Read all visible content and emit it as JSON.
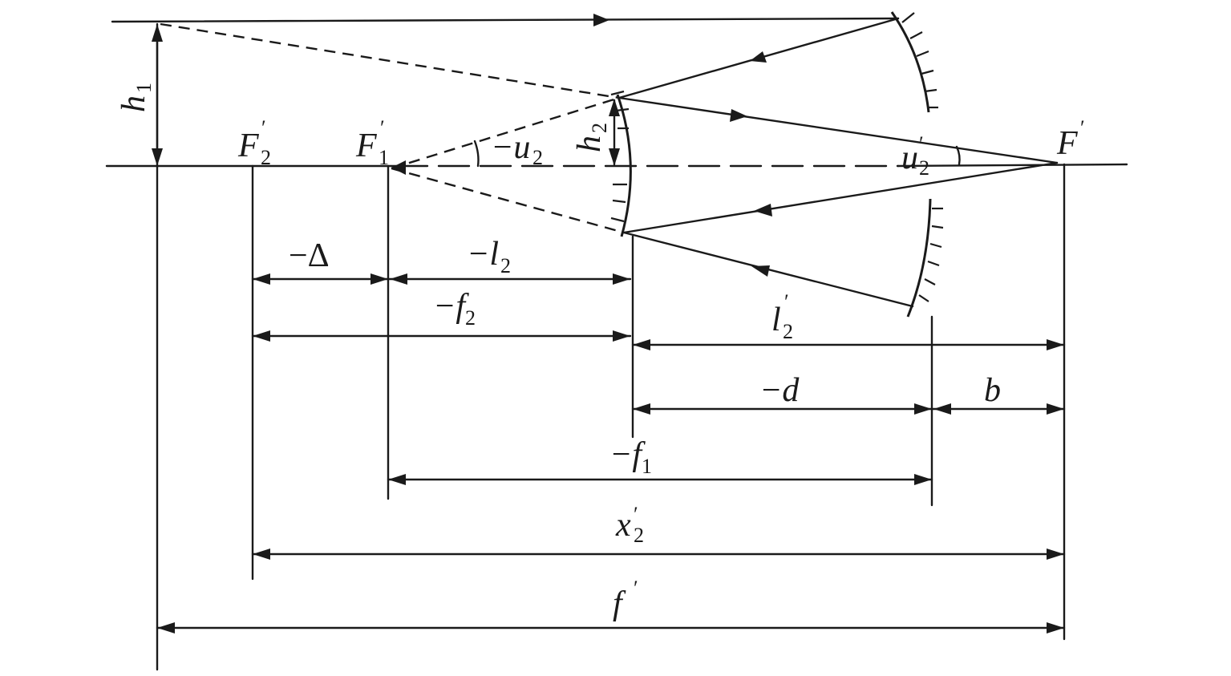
{
  "labels": {
    "h1": "h",
    "h1_sub": "1",
    "h2": "h",
    "h2_sub": "2",
    "F2p": "F",
    "F2p_sub": "2",
    "F2p_sup": "′",
    "F1p": "F",
    "F1p_sub": "1",
    "F1p_sup": "′",
    "neg_u2": "−u",
    "neg_u2_sub": "2",
    "u2p": "u",
    "u2p_sub": "2",
    "u2p_sup": "′",
    "Fp": "F",
    "Fp_sup": "′",
    "neg_delta": "−Δ",
    "neg_l2": "−l",
    "neg_l2_sub": "2",
    "neg_f2": "−f",
    "neg_f2_sub": "2",
    "l2p": "l",
    "l2p_sub": "2",
    "l2p_sup": "′",
    "neg_d": "−d",
    "b": "b",
    "neg_f1": "−f",
    "neg_f1_sub": "1",
    "x2p": "x",
    "x2p_sub": "2",
    "x2p_sup": "′",
    "fp": "f",
    "fp_sup": "′"
  }
}
